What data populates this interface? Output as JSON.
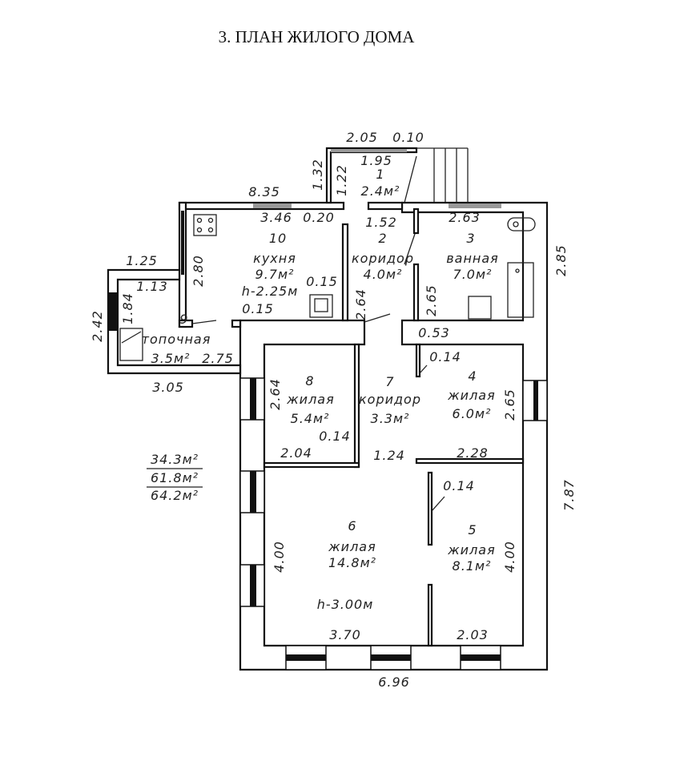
{
  "title": "3. ПЛАН ЖИЛОГО ДОМА",
  "rooms": {
    "r1": {
      "num": "1",
      "area": "2.4м²",
      "dim": "1.95"
    },
    "r2": {
      "num": "2",
      "name": "коридор",
      "area": "4.0м²"
    },
    "r3": {
      "num": "3",
      "name": "ванная",
      "area": "7.0м²"
    },
    "r4": {
      "num": "4",
      "name": "жилая",
      "area": "6.0м²"
    },
    "r5": {
      "num": "5",
      "name": "жилая",
      "area": "8.1м²"
    },
    "r6": {
      "num": "6",
      "name": "жилая",
      "area": "14.8м²"
    },
    "r7": {
      "num": "7",
      "name": "коридор",
      "area": "3.3м²"
    },
    "r8": {
      "num": "8",
      "name": "жилая",
      "area": "5.4м²"
    },
    "r9": {
      "num": "9",
      "name": "топочная",
      "area": "3.5м²"
    },
    "r10": {
      "num": "10",
      "name": "кухня",
      "area": "9.7м²",
      "height": "h-2.25м"
    }
  },
  "main_height": "h-3.00м",
  "dims": [
    "2.05",
    "0.10",
    "1.32",
    "1.22",
    "8.35",
    "3.46",
    "0.20",
    "1.52",
    "2.63",
    "2.85",
    "2.80",
    "1.25",
    "1.13",
    "1.84",
    "2.42",
    "2.75",
    "3.05",
    "0.15",
    "0.15",
    "2.64",
    "2.65",
    "0.53",
    "0.14",
    "2.64",
    "2.65",
    "0.14",
    "2.04",
    "1.24",
    "2.28",
    "0.14",
    "7.87",
    "4.00",
    "4.00",
    "3.70",
    "2.03",
    "6.96"
  ],
  "summary": {
    "living": "34.3м²",
    "total": "61.8м²",
    "overall": "64.2м²"
  }
}
